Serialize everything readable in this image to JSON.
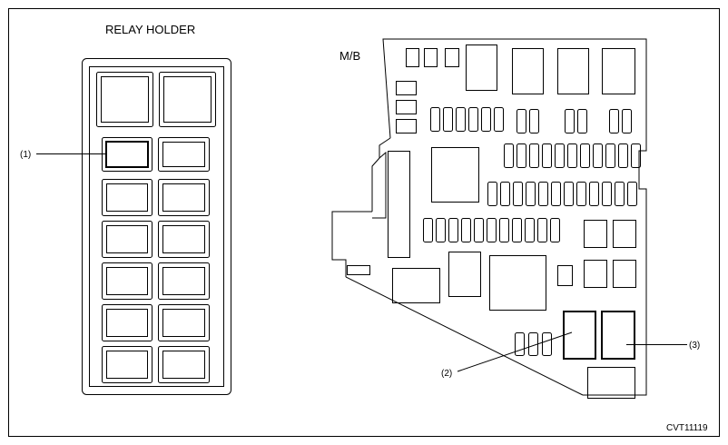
{
  "diagram": {
    "relay_holder_title": "RELAY HOLDER",
    "mb_title": "M/B",
    "callouts": {
      "one": "(1)",
      "two": "(2)",
      "three": "(3)"
    },
    "figure_code": "CVT11119"
  }
}
